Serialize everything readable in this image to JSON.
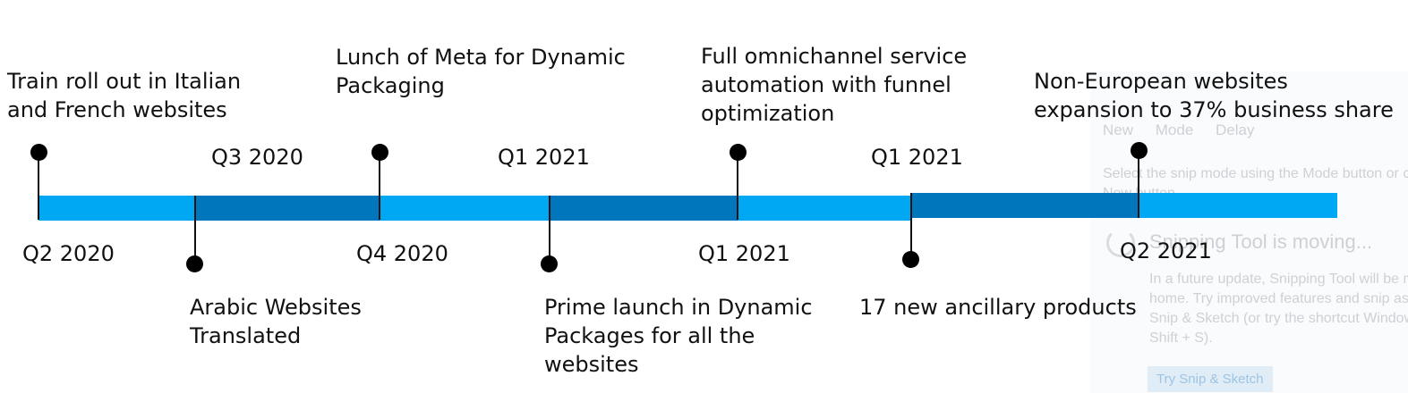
{
  "timeline": {
    "colors": {
      "light_segment": "#00a8f3",
      "dark_segment": "#0077bd",
      "marker": "#000000"
    },
    "milestones": [
      {
        "period": "Q2 2020",
        "lines": [
          "Train roll out in Italian",
          "and French websites"
        ]
      },
      {
        "period": "Q3 2020",
        "lines": [
          "Arabic Websites",
          "Translated"
        ]
      },
      {
        "period": "Q4 2020",
        "lines": [
          "Lunch of Meta for Dynamic",
          "Packaging"
        ]
      },
      {
        "period": "Q1 2021",
        "lines": [
          "Prime launch in Dynamic",
          "Packages for all the",
          "websites"
        ]
      },
      {
        "period": "Q1 2021",
        "lines": [
          "Full omnichannel service",
          "automation with funnel",
          "optimization"
        ]
      },
      {
        "period": "Q1 2021",
        "lines": [
          "17 new ancillary products"
        ]
      },
      {
        "period": "Q2 2021",
        "lines": [
          "Non-European websites",
          "expansion to 37% business share"
        ]
      }
    ]
  },
  "snipping_overlay": {
    "toolbar": {
      "new": "New",
      "mode": "Mode",
      "delay": "Delay"
    },
    "subtitle": "Select the snip mode using the Mode button or click the New button.",
    "title": "Snipping Tool is moving...",
    "body": "In a future update, Snipping Tool will be moving to a new home. Try improved features and snip as usual with Snip & Sketch (or try the shortcut Windows logo key + Shift + S).",
    "button": "Try Snip & Sketch"
  }
}
